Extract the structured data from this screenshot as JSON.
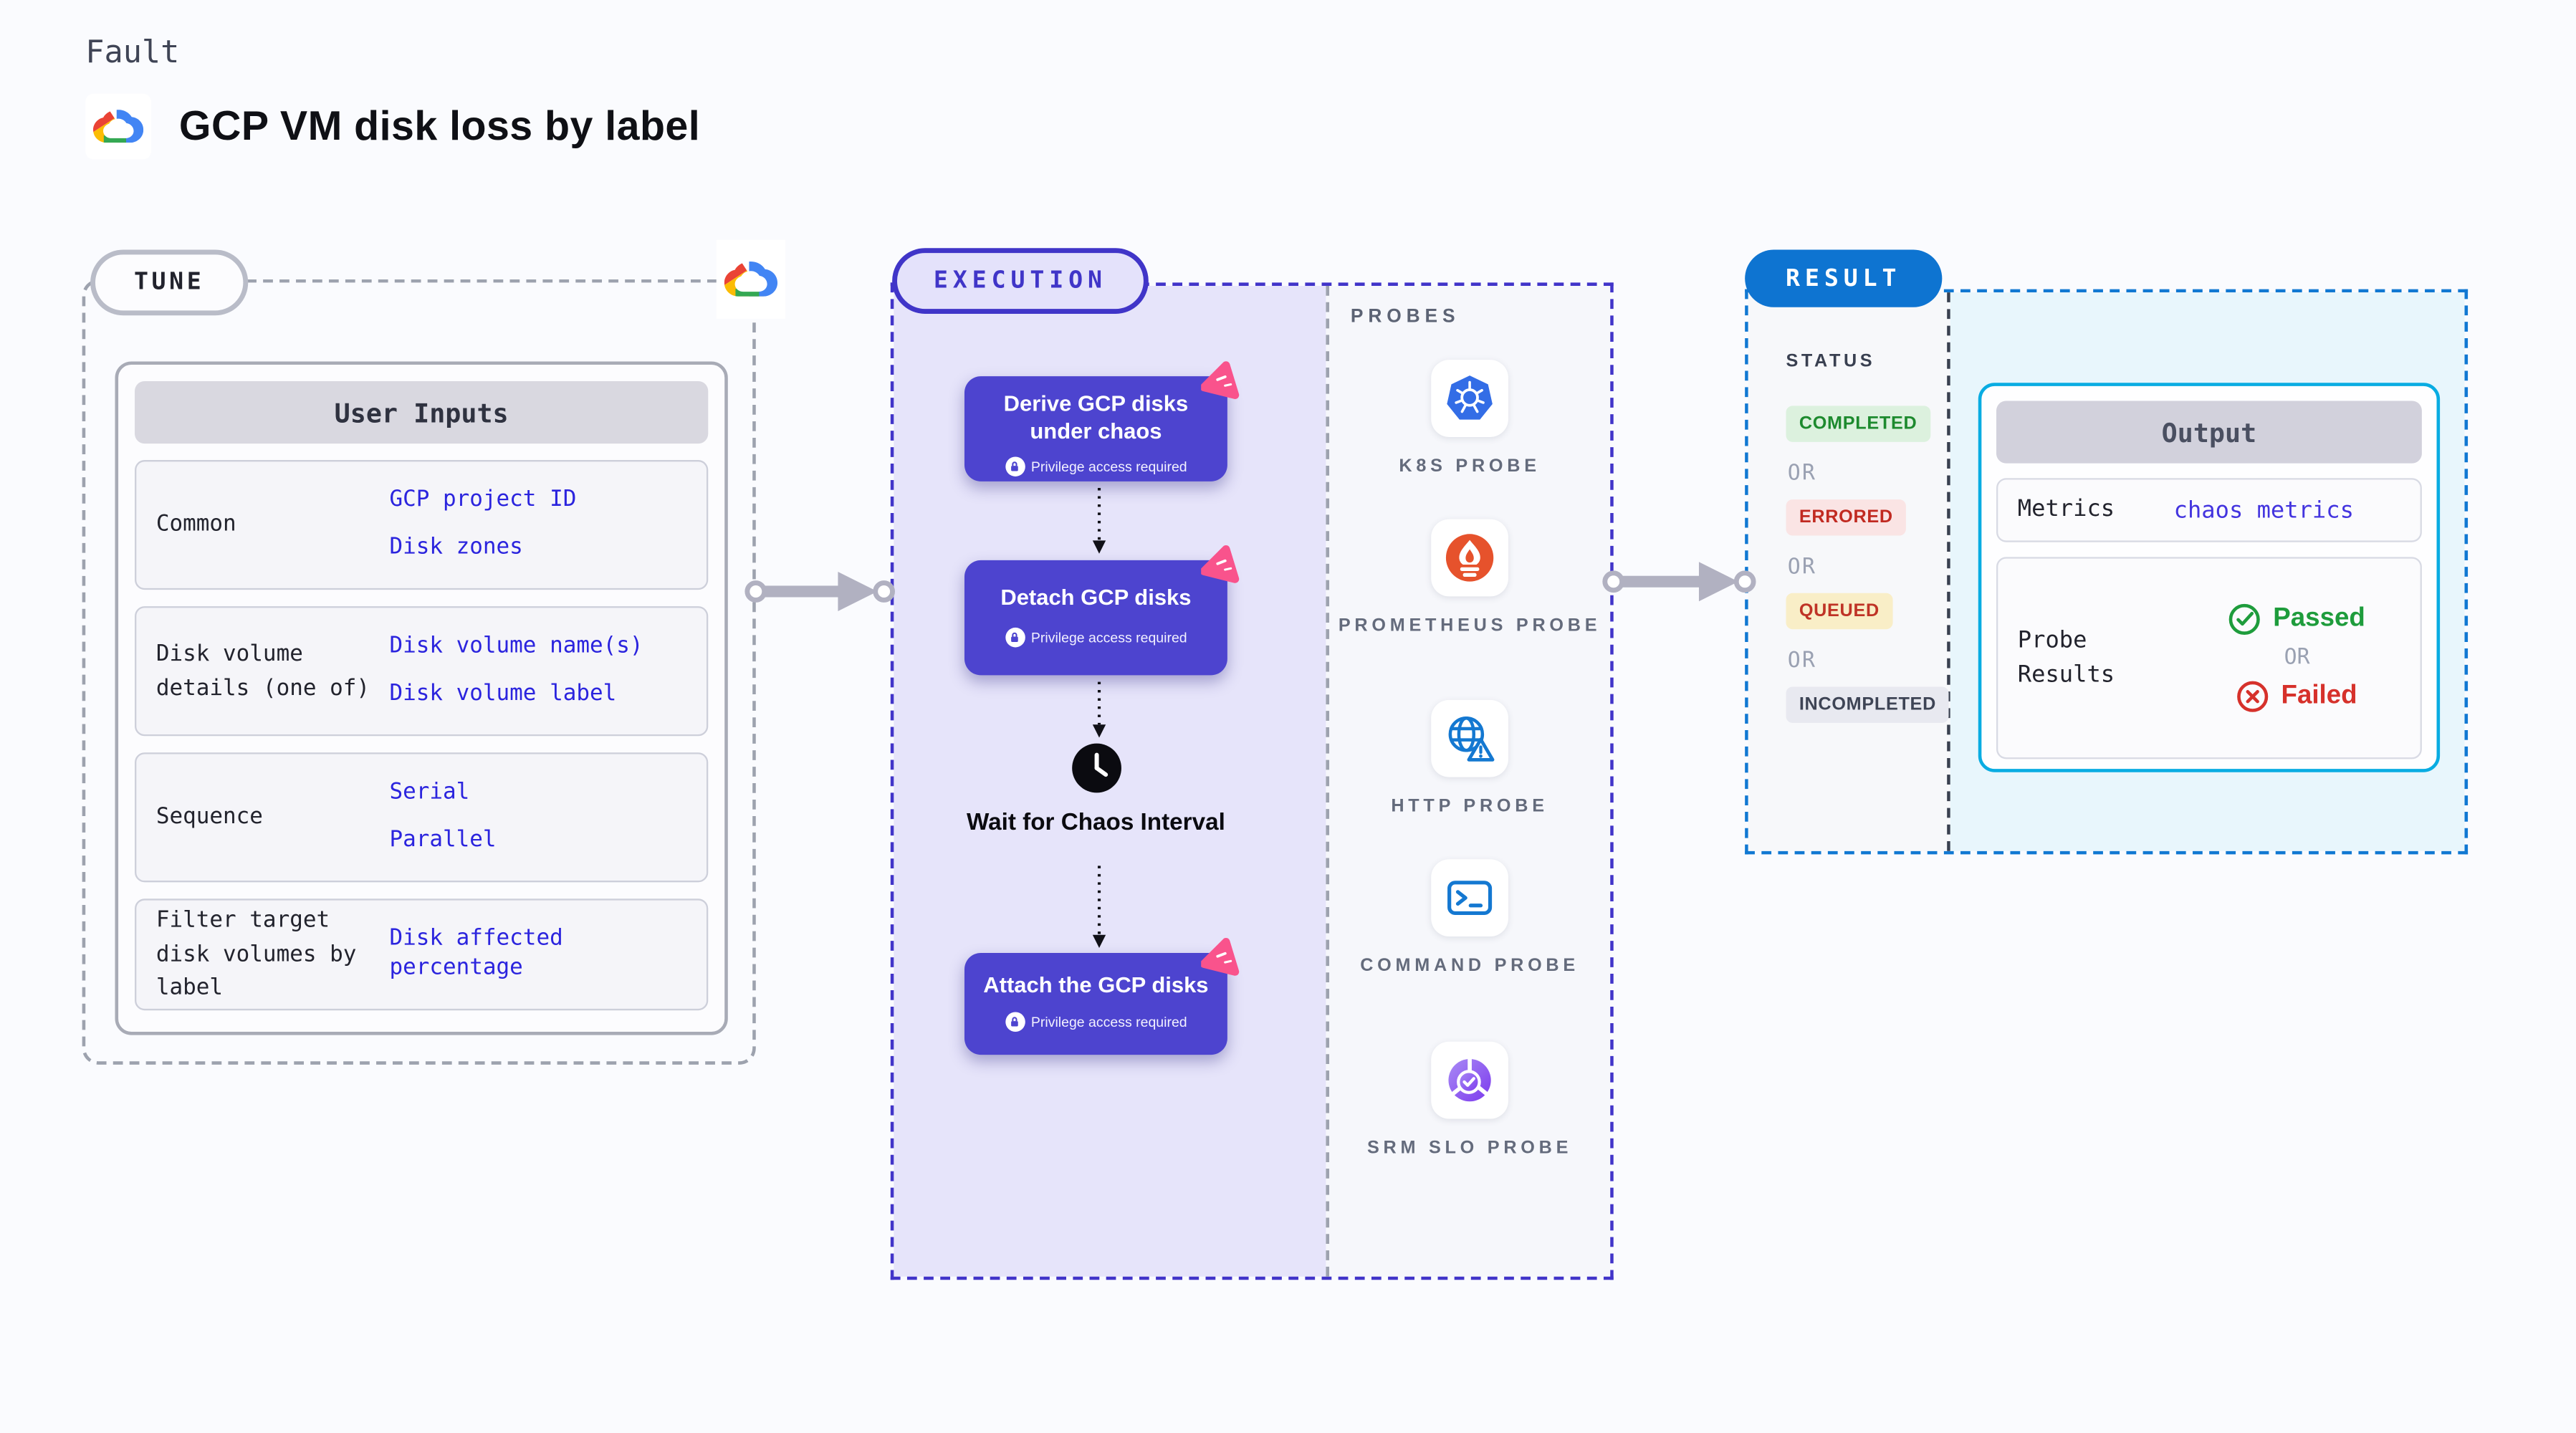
{
  "header": {
    "eyebrow": "Fault",
    "title": "GCP VM disk loss by label",
    "logo": "google-cloud-logo"
  },
  "tune": {
    "badge": "TUNE",
    "corner_icon": "google-cloud-logo",
    "table": {
      "header": "User Inputs",
      "rows": [
        {
          "label": "Common",
          "values": [
            "GCP project ID",
            "Disk zones"
          ]
        },
        {
          "label": "Disk volume details (one of)",
          "values": [
            "Disk volume name(s)",
            "Disk volume label"
          ]
        },
        {
          "label": "Sequence",
          "values": [
            "Serial",
            "Parallel"
          ]
        },
        {
          "label": "Filter target disk volumes by label",
          "values": [
            "Disk affected percentage"
          ]
        }
      ],
      "value_color": "#2B24DE"
    }
  },
  "execution": {
    "badge": "EXECUTION",
    "accent_color": "#4035C8",
    "card_color": "#4D44CF",
    "steps": [
      {
        "title": "Derive GCP disks under chaos",
        "note": "Privilege access required"
      },
      {
        "title": "Detach GCP disks",
        "note": "Privilege access required"
      },
      {
        "title": "Wait for Chaos Interval",
        "type": "wait"
      },
      {
        "title": "Attach the GCP disks",
        "note": "Privilege access required"
      }
    ],
    "probes": {
      "label": "PROBES",
      "items": [
        {
          "name": "K8S PROBE",
          "icon": "kubernetes-icon"
        },
        {
          "name": "PROMETHEUS PROBE",
          "icon": "prometheus-icon"
        },
        {
          "name": "HTTP PROBE",
          "icon": "globe-alert-icon"
        },
        {
          "name": "COMMAND PROBE",
          "icon": "terminal-icon"
        },
        {
          "name": "SRM SLO PROBE",
          "icon": "slo-pie-icon"
        }
      ]
    }
  },
  "result": {
    "badge": "RESULT",
    "accent_color": "#0E74D1",
    "status": {
      "label": "STATUS",
      "separator": "OR",
      "badges": [
        {
          "text": "COMPLETED",
          "fg": "#1D8A2E",
          "bg": "#DCF1DE"
        },
        {
          "text": "ERRORED",
          "fg": "#C12A21",
          "bg": "#FAE4E4"
        },
        {
          "text": "QUEUED",
          "fg": "#BF3326",
          "bg": "#F9EEC7"
        },
        {
          "text": "INCOMPLETED",
          "fg": "#3E4455",
          "bg": "#E8E9F0"
        }
      ]
    },
    "output": {
      "header": "Output",
      "border_color": "#09ACE2",
      "metrics": {
        "label": "Metrics",
        "value": "chaos metrics"
      },
      "probe_results": {
        "label": "Probe Results",
        "passed": "Passed",
        "separator": "OR",
        "failed": "Failed"
      }
    }
  }
}
